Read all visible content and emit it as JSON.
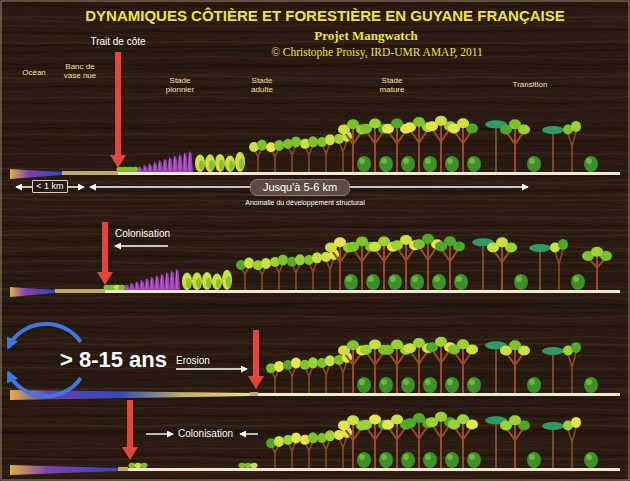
{
  "diagram": {
    "title": "DYNAMIQUES CÔTIÈRE ET FORESTIÈRE EN GUYANE FRANÇAISE",
    "nodes": [
      {
        "text": [
          "< 1 km"
        ]
      },
      {
        "text": [
          "Jusqu'à 5-6 km"
        ]
      }
    ],
    "labels": [
      "Projet Mangwatch",
      "© Christophe Proisy, IRD-UMR AMAP, 2011",
      "Trait de côte",
      "Océan",
      "Banc de vase nue",
      "Stade pionnier",
      "Stade adulte",
      "Stade mature",
      "Transition",
      "Colonisation",
      "Anomalie du développement structural",
      "> 8-15 ans",
      "Erosion",
      "Colonisation"
    ]
  }
}
